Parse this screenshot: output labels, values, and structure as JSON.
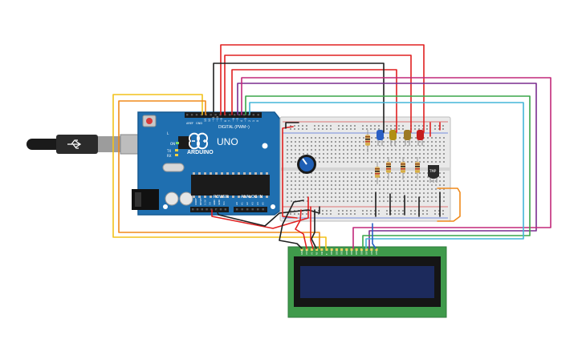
{
  "arduino": {
    "brand": "ARDUINO",
    "model": "UNO",
    "digital_header": "DIGITAL (PWM~)",
    "power_header": "POWER",
    "analog_header": "ANALOG IN",
    "aref": "AREF",
    "gnd": "GND",
    "tx": "TX",
    "rx": "RX",
    "on": "ON",
    "l": "L",
    "digital_pins": [
      "13",
      "12",
      "~11",
      "~10",
      "~9",
      "8",
      "7",
      "~6",
      "~5",
      "4",
      "~3",
      "2",
      "1",
      "0"
    ],
    "power_pins": [
      "IOREF",
      "RESET",
      "3.3V",
      "5V",
      "GND",
      "GND",
      "Vin"
    ],
    "analog_pins": [
      "A0",
      "A1",
      "A2",
      "A3",
      "A4",
      "A5"
    ]
  },
  "breadboard": {
    "sensor_label": "TMP"
  },
  "lcd": {
    "pin_labels": [
      "GND",
      "VCC",
      "V0",
      "RS",
      "RW",
      "E",
      "DB0",
      "DB1",
      "DB2",
      "DB3",
      "DB4",
      "DB5",
      "DB6",
      "DB7",
      "LED",
      "LED"
    ]
  },
  "colors": {
    "wire_red": "#e02020",
    "wire_black": "#202020",
    "wire_orange": "#f08a1c",
    "wire_yellow": "#f2c21b",
    "wire_purple": "#7a2d8f",
    "wire_magenta": "#c2287a",
    "wire_green": "#3aa64a",
    "wire_cyan": "#43b6d9",
    "board_blue": "#1f6fb0",
    "lcd_green": "#3f9a4b",
    "lcd_screen": "#1c2a5c"
  }
}
